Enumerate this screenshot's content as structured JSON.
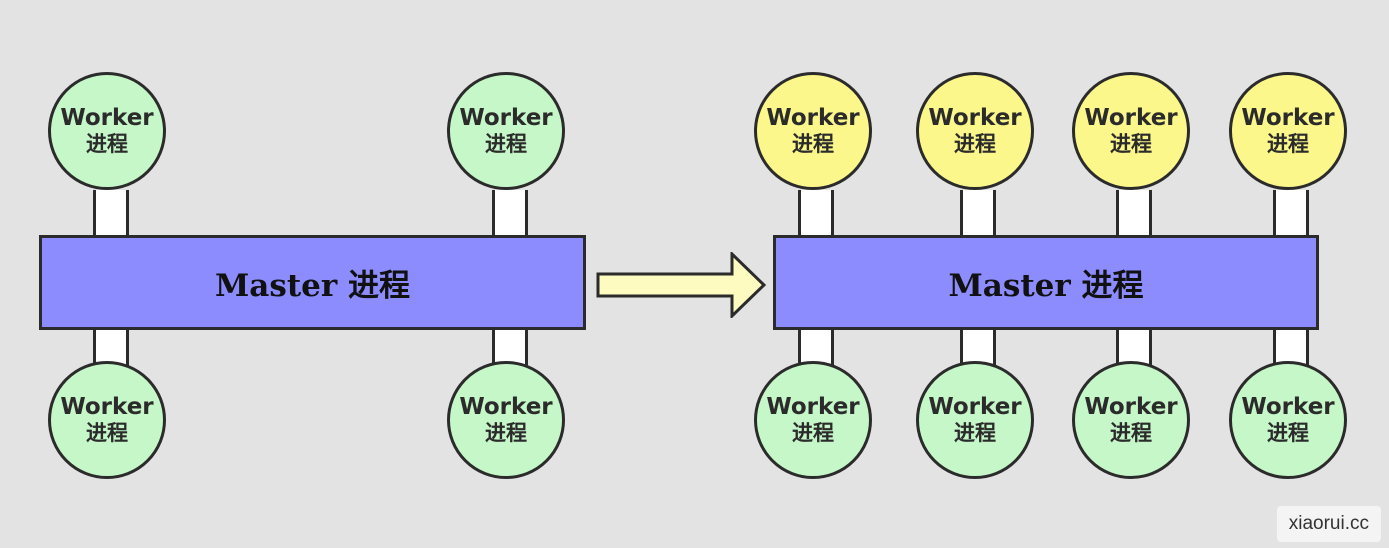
{
  "diagram": {
    "before": {
      "master_label": "Master 进程",
      "workers": [
        {
          "title": "Worker",
          "sub": "进程",
          "color": "#c5f7c8"
        },
        {
          "title": "Worker",
          "sub": "进程",
          "color": "#c5f7c8"
        },
        {
          "title": "Worker",
          "sub": "进程",
          "color": "#c5f7c8"
        },
        {
          "title": "Worker",
          "sub": "进程",
          "color": "#c5f7c8"
        }
      ]
    },
    "arrow": {
      "fill": "#fdfbc0",
      "stroke": "#2b2b2b"
    },
    "after": {
      "master_label": "Master 进程",
      "top_workers": [
        {
          "title": "Worker",
          "sub": "进程",
          "color": "#fbf78a"
        },
        {
          "title": "Worker",
          "sub": "进程",
          "color": "#fbf78a"
        },
        {
          "title": "Worker",
          "sub": "进程",
          "color": "#fbf78a"
        },
        {
          "title": "Worker",
          "sub": "进程",
          "color": "#fbf78a"
        }
      ],
      "bottom_workers": [
        {
          "title": "Worker",
          "sub": "进程",
          "color": "#c5f7c8"
        },
        {
          "title": "Worker",
          "sub": "进程",
          "color": "#c5f7c8"
        },
        {
          "title": "Worker",
          "sub": "进程",
          "color": "#c5f7c8"
        },
        {
          "title": "Worker",
          "sub": "进程",
          "color": "#c5f7c8"
        }
      ]
    },
    "master_color": "#8c8cff"
  },
  "watermark": "xiaorui.cc"
}
